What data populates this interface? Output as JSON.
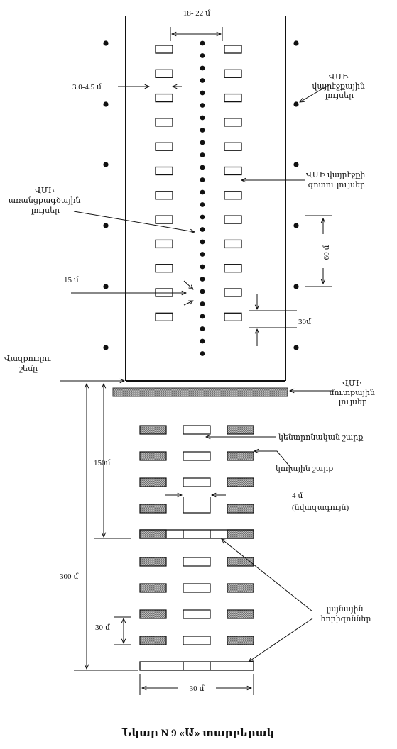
{
  "figure": {
    "caption": "Նկար N 9 «Ա» տարբերակ"
  },
  "labels": {
    "width_18_22": "18- 22 մ",
    "spacing_3_4_5": "3.0-4.5 մ",
    "edge_lights": [
      "ՎՄԻ",
      "վայրէջքային",
      "լույսեր"
    ],
    "touchdown_lights": [
      "ՎՄԻ վայրէջքի",
      "գոտու լույսեր"
    ],
    "centerline_lights": [
      "ՎՄԻ",
      "առանցքագծային",
      "լույսեր"
    ],
    "spacing_60": "60 մ",
    "spacing_15": "15 մ",
    "spacing_30": "30մ",
    "runway_threshold": [
      "Վազքուղու",
      "շեմը"
    ],
    "entrance_lights": [
      "ՎՄԻ",
      "մուտքային",
      "լույսեր"
    ],
    "central_row": "կենտրոնական շարք",
    "side_row": "կողային շարք",
    "dist_150": "150մ",
    "gap_4": "4 մ",
    "gap_4_note": "(նվազագույն)",
    "dist_300": "300 մ",
    "crossbars": [
      "լայնային",
      "հորիզոններ"
    ],
    "row_30": "30 մ",
    "bottom_30": "30 մ"
  },
  "colors": {
    "ink": "#111111",
    "hatch": "#9a9a9a"
  }
}
